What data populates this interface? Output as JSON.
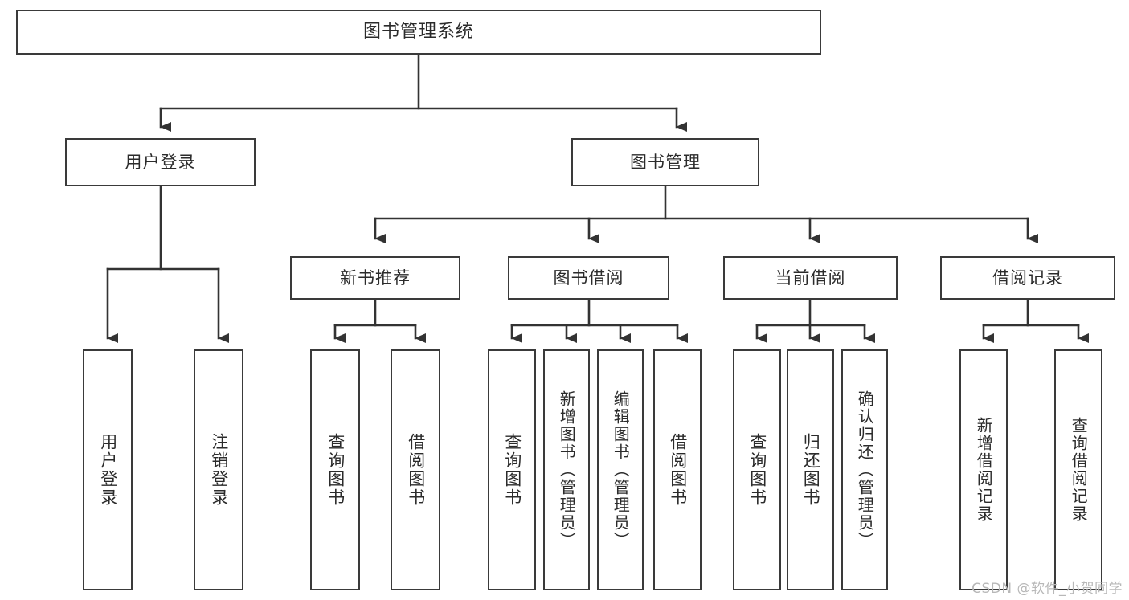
{
  "diagram": {
    "type": "tree-hierarchy",
    "title": "图书管理系统",
    "root": {
      "label": "图书管理系统"
    },
    "level2": [
      {
        "label": "用户登录"
      },
      {
        "label": "图书管理"
      }
    ],
    "level3": [
      {
        "label": "新书推荐"
      },
      {
        "label": "图书借阅"
      },
      {
        "label": "当前借阅"
      },
      {
        "label": "借阅记录"
      }
    ],
    "leaves": {
      "user_login": [
        {
          "label": "用户登录"
        },
        {
          "label": "注销登录"
        }
      ],
      "new_book": [
        {
          "label": "查询图书"
        },
        {
          "label": "借阅图书"
        }
      ],
      "book_borrow": [
        {
          "label": "查询图书"
        },
        {
          "label": "新增图书（管理员）"
        },
        {
          "label": "编辑图书（管理员）"
        },
        {
          "label": "借阅图书"
        }
      ],
      "current_borrow": [
        {
          "label": "查询图书"
        },
        {
          "label": "归还图书"
        },
        {
          "label": "确认归还（管理员）"
        }
      ],
      "borrow_record": [
        {
          "label": "新增借阅记录"
        },
        {
          "label": "查询借阅记录"
        }
      ]
    }
  },
  "watermark": {
    "text": "CSDN @软件_小贺同学"
  },
  "colors": {
    "border": "#3a3a3a",
    "text": "#2b2b2b",
    "background": "#ffffff",
    "watermark": "#b8b8b8"
  }
}
